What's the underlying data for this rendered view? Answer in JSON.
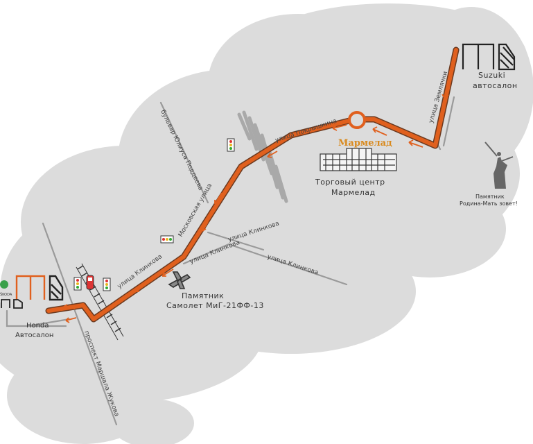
{
  "map": {
    "colors": {
      "route": "#e0601e",
      "route_outline": "#7a4a30",
      "cloud": "#d9d9d9",
      "road": "#9a9a9a",
      "brand_marmelad": "#d98a1e"
    },
    "streets": {
      "zemlyachki": "улица Землячки",
      "pokryshkina": "улица Покрышкина",
      "moskovskaya": "Московская улица",
      "bulvar_poddeev": "бульвар Юлиуса Поддеева",
      "klinkova_1": "улица Клинкова",
      "klinkova_2": "улица Клинкова",
      "klinkova_3": "улица Клинкова",
      "klinkova_4": "улица Клинкова",
      "prospekt_zhukova": "проспект Маршала Жукова"
    },
    "places": {
      "suzuki_line1": "Suzuki",
      "suzuki_line2": "автосалон",
      "marmelad_logo": "Мармелад",
      "mall_line1": "Торговый центр",
      "mall_line2": "Мармелад",
      "motherland_line1": "Памятник",
      "motherland_line2": "Родина-Мать зовет!",
      "mig_line1": "Памятник",
      "mig_line2": "Самолет МиГ-21ФФ-13",
      "honda_line1": "Honda",
      "honda_line2": "Автосалон",
      "skoda_badge": "ŠKODA"
    },
    "icons": [
      "building-icon",
      "traffic-light-icon",
      "railway-icon",
      "train-icon",
      "roundabout-icon",
      "monument-icon",
      "plane-icon",
      "skoda-logo-icon"
    ]
  }
}
